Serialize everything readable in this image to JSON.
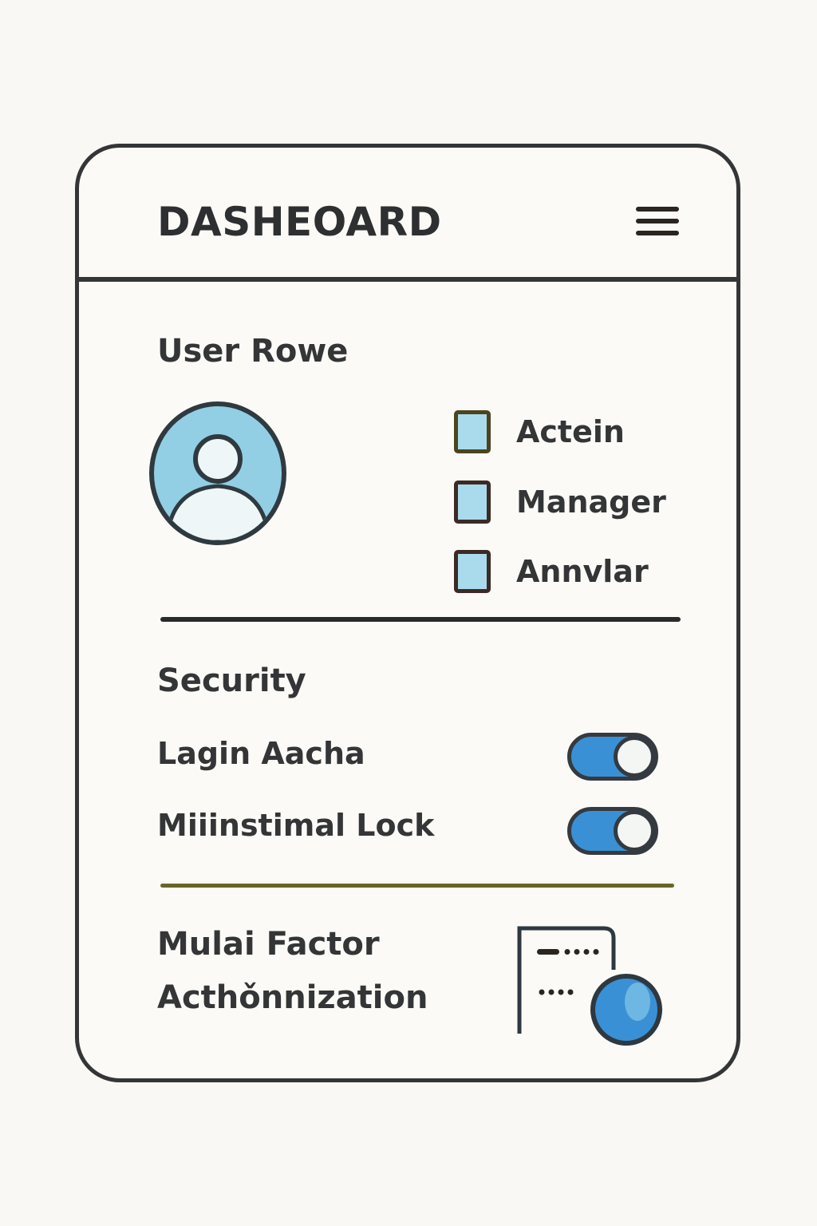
{
  "header": {
    "title": "DASHEOARD",
    "menu_icon": "hamburger-menu-icon"
  },
  "user_section": {
    "title": "User Rowe",
    "avatar_icon": "user-avatar-icon",
    "roles": [
      {
        "label": "Actein",
        "checked": false
      },
      {
        "label": "Manager",
        "checked": false
      },
      {
        "label": "Annvlar",
        "checked": false
      }
    ]
  },
  "security": {
    "title": "Security",
    "settings": [
      {
        "label": "Lagin Aacha",
        "enabled": true
      },
      {
        "label": "Miiinstimal Lock",
        "enabled": true
      }
    ]
  },
  "mfa": {
    "line1": "Mulai Factor",
    "line2": "Acthǒnnization",
    "icon": "password-key-icon"
  },
  "colors": {
    "accent_blue": "#3a90d4",
    "light_blue": "#a9dbec",
    "divider_olive": "#6b6524",
    "outline": "#333536"
  }
}
